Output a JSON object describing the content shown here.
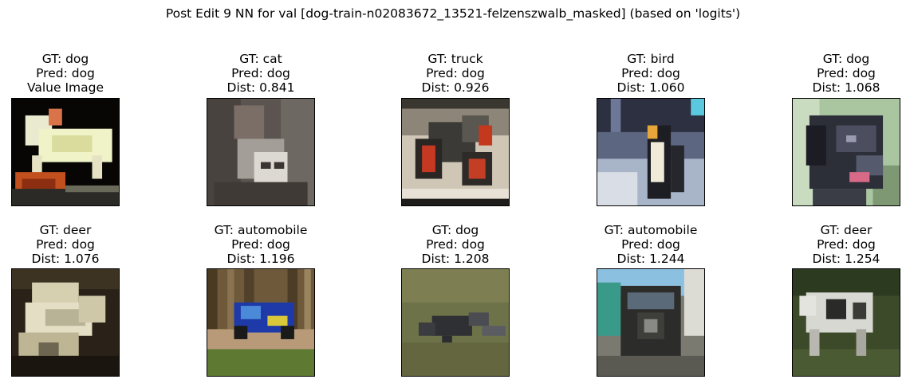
{
  "figure": {
    "title": "Post Edit 9 NN for val [dog-train-n02083672_13521-felzenszwalb_masked] (based on 'logits')"
  },
  "rows": [
    [
      {
        "gt": "GT: dog",
        "pred": "Pred: dog",
        "extra": "Value Image",
        "icon": "toy-dog-image"
      },
      {
        "gt": "GT: cat",
        "pred": "Pred: dog",
        "extra": "Dist: 0.841",
        "icon": "cat-image"
      },
      {
        "gt": "GT: truck",
        "pred": "Pred: dog",
        "extra": "Dist: 0.926",
        "icon": "truck-image"
      },
      {
        "gt": "GT: bird",
        "pred": "Pred: dog",
        "extra": "Dist: 1.060",
        "icon": "penguin-image"
      },
      {
        "gt": "GT: dog",
        "pred": "Pred: dog",
        "extra": "Dist: 1.068",
        "icon": "black-dog-image"
      }
    ],
    [
      {
        "gt": "GT: deer",
        "pred": "Pred: dog",
        "extra": "Dist: 1.076",
        "icon": "deer-image"
      },
      {
        "gt": "GT: automobile",
        "pred": "Pred: dog",
        "extra": "Dist: 1.196",
        "icon": "blue-car-image"
      },
      {
        "gt": "GT: dog",
        "pred": "Pred: dog",
        "extra": "Dist: 1.208",
        "icon": "running-dog-image"
      },
      {
        "gt": "GT: automobile",
        "pred": "Pred: dog",
        "extra": "Dist: 1.244",
        "icon": "jeep-image"
      },
      {
        "gt": "GT: deer",
        "pred": "Pred: dog",
        "extra": "Dist: 1.254",
        "icon": "cow-deer-image"
      }
    ]
  ]
}
